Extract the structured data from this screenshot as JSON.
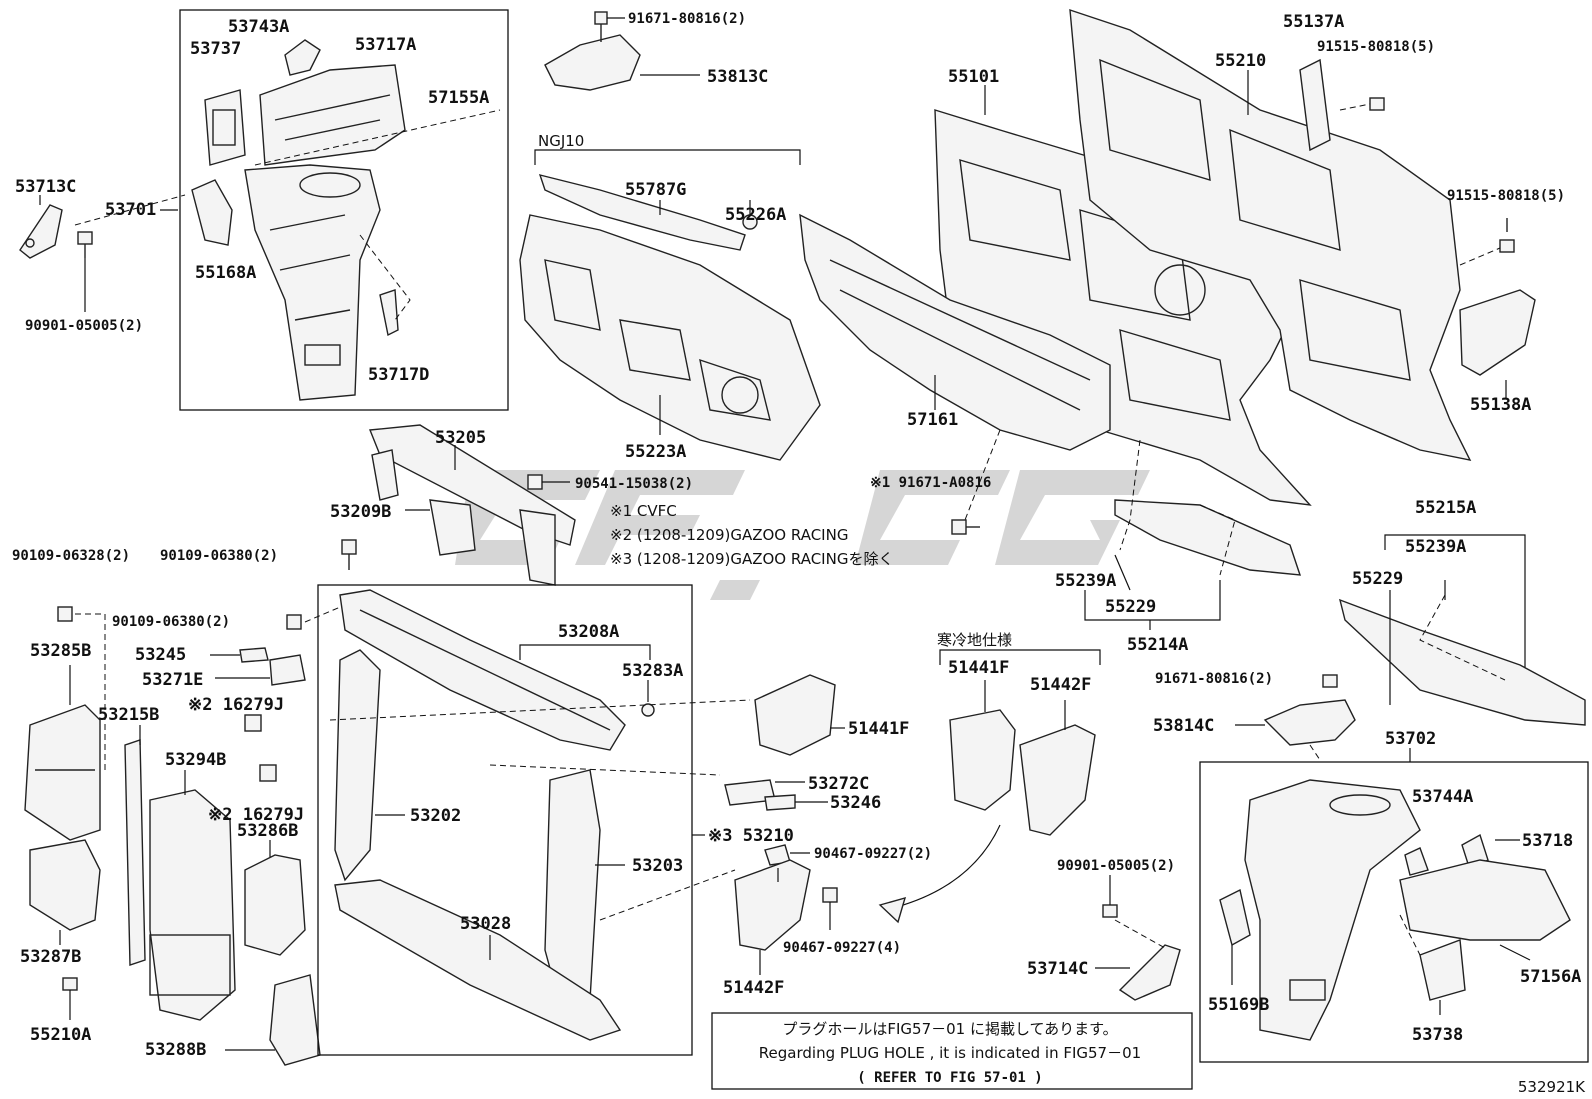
{
  "labels": {
    "p53743A": "53743A",
    "p53737": "53737",
    "p53717A": "53717A",
    "p57155A": "57155A",
    "p53713C": "53713C",
    "p53701": "53701",
    "p55168A": "55168A",
    "p53717D": "53717D",
    "p90901_05005_a": "90901-05005(2)",
    "p91671_80816_a": "91671-80816(2)",
    "p53813C": "53813C",
    "ngj10": "NGJ10",
    "p55787G": "55787G",
    "p55226A": "55226A",
    "p55223A": "55223A",
    "p55101": "55101",
    "p55210": "55210",
    "p55137A": "55137A",
    "p91515_80818_a": "91515-80818(5)",
    "p91515_80818_b": "91515-80818(5)",
    "p55138A": "55138A",
    "p57161": "57161",
    "p53205": "53205",
    "p90541_15038": "90541-15038(2)",
    "p53209B": "53209B",
    "note1": "※1 CVFC",
    "note2": "※2 (1208-1209)GAZOO RACING",
    "note3": "※3 (1208-1209)GAZOO RACINGを除く",
    "p91671_A0816": "※1 91671-A0816",
    "p55239A_a": "55239A",
    "p55229_a": "55229",
    "p55214A": "55214A",
    "p55215A": "55215A",
    "p55239A_b": "55239A",
    "p55229_b": "55229",
    "p90109_06328": "90109-06328(2)",
    "p90109_06380_a": "90109-06380(2)",
    "p90109_06380_b": "90109-06380(2)",
    "p53285B": "53285B",
    "p53245": "53245",
    "p53271E": "53271E",
    "p16279J_a": "※2 16279J",
    "p16279J_b": "※2 16279J",
    "p53215B": "53215B",
    "p53294B": "53294B",
    "p53286B": "53286B",
    "p53287B": "53287B",
    "p55210A": "55210A",
    "p53288B": "53288B",
    "p53208A": "53208A",
    "p53283A": "53283A",
    "p53202": "53202",
    "p53203": "53203",
    "p53028": "53028",
    "p51441F_a": "51441F",
    "p53272C": "53272C",
    "p53246": "53246",
    "p53210": "※3 53210",
    "p90467_09227_a": "90467-09227(2)",
    "p90467_09227_b": "90467-09227(4)",
    "p51442F_a": "51442F",
    "cold": "寒冷地仕様",
    "p51441F_b": "51441F",
    "p51442F_b": "51442F",
    "p90901_05005_b": "90901-05005(2)",
    "p53714C": "53714C",
    "p91671_80816_b": "91671-80816(2)",
    "p53814C": "53814C",
    "p53702": "53702",
    "p53744A": "53744A",
    "p53718": "53718",
    "p57156A": "57156A",
    "p55169B": "55169B",
    "p53738": "53738",
    "noteJp": "プラグホールはFIG57－01 に掲載してあります。",
    "noteEn": "Regarding PLUG HOLE , it is indicated in FIG57－01",
    "noteRef": "( REFER TO FIG 57-01 )",
    "code": "532921K"
  }
}
